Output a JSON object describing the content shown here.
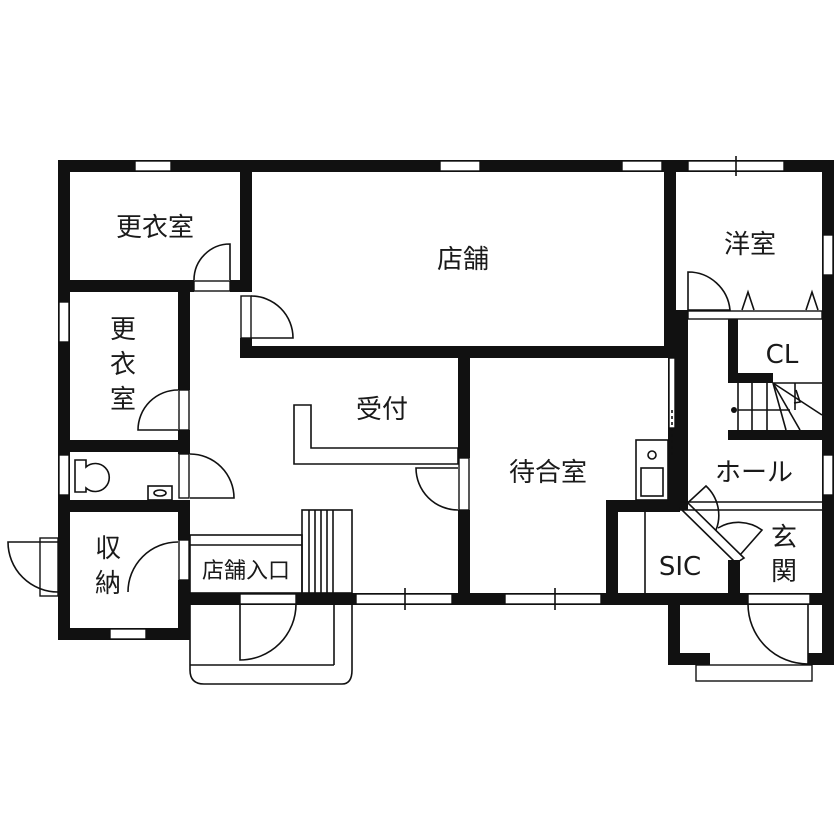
{
  "floorplan": {
    "colors": {
      "wall": "#111111",
      "background": "#ffffff"
    },
    "rooms": {
      "dressing_room_1": "更衣室",
      "dressing_room_2_line1": "更",
      "dressing_room_2_line2": "衣",
      "dressing_room_2_line3": "室",
      "shop": "店舗",
      "western_room": "洋室",
      "closet": "CL",
      "reception": "受付",
      "waiting_room": "待合室",
      "hall": "ホール",
      "storage_line1": "収",
      "storage_line2": "納",
      "shop_entrance": "店舗入口",
      "sic": "SIC",
      "entrance_line1": "玄",
      "entrance_line2": "関"
    }
  }
}
